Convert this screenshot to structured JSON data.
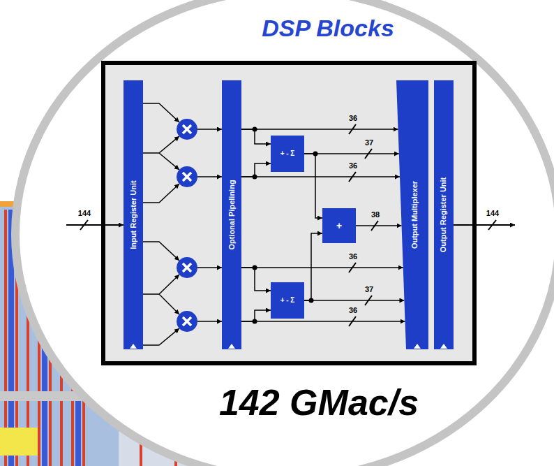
{
  "diagram": {
    "title": "DSP Blocks",
    "caption": "142 GMac/s",
    "nodes": [
      {
        "text": [
          "Input Register Unit"
        ]
      },
      {
        "text": [
          "Optional Pipelining"
        ]
      },
      {
        "text": [
          "+ - Σ"
        ]
      },
      {
        "text": [
          "+"
        ]
      },
      {
        "text": [
          "+ - Σ"
        ]
      },
      {
        "text": [
          "Output Multiplexer"
        ]
      },
      {
        "text": [
          "Output Register Unit"
        ]
      }
    ],
    "edges": [
      {
        "from": 1,
        "to": 5,
        "arrow": "to",
        "label": "36"
      },
      {
        "from": 1,
        "to": 2,
        "arrow": "to"
      },
      {
        "from": 1,
        "to": 2,
        "arrow": "to"
      },
      {
        "from": 2,
        "to": 5,
        "arrow": "to",
        "label": "37"
      },
      {
        "from": 2,
        "to": 3,
        "arrow": "to"
      },
      {
        "from": 1,
        "to": 5,
        "arrow": "to",
        "label": "36"
      },
      {
        "from": 3,
        "to": 5,
        "arrow": "to",
        "label": "38"
      },
      {
        "from": 1,
        "to": 5,
        "arrow": "to",
        "label": "36"
      },
      {
        "from": 1,
        "to": 4,
        "arrow": "to"
      },
      {
        "from": 1,
        "to": 4,
        "arrow": "to"
      },
      {
        "from": 4,
        "to": 5,
        "arrow": "to",
        "label": "37"
      },
      {
        "from": 4,
        "to": 3,
        "arrow": "to"
      },
      {
        "from": 1,
        "to": 5,
        "arrow": "to",
        "label": "36"
      }
    ],
    "labels": [
      "144",
      "144"
    ]
  }
}
